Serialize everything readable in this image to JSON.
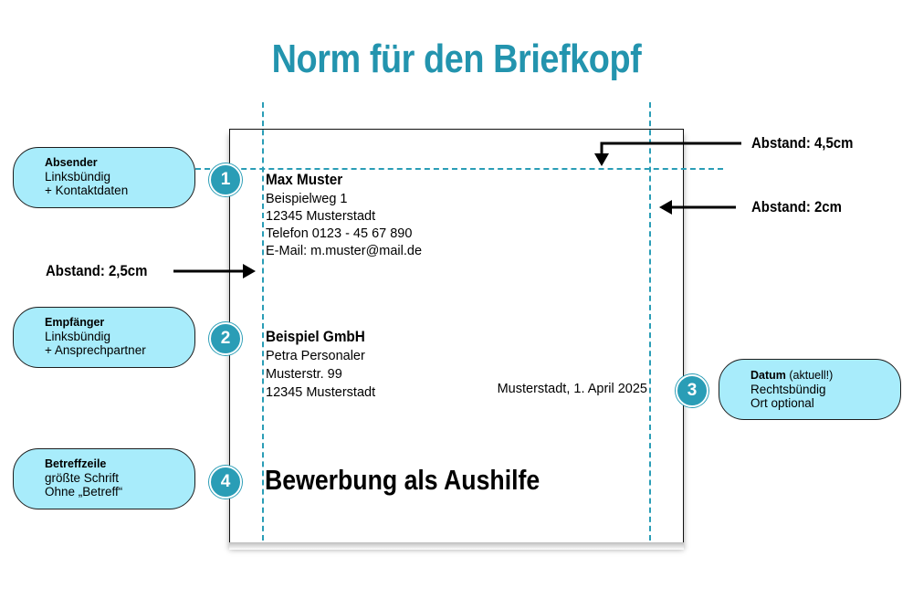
{
  "title": "Norm für den Briefkopf",
  "letter": {
    "sender": {
      "name": "Max Muster",
      "lines": [
        "Beispielweg 1",
        "12345 Musterstadt",
        "Telefon 0123 - 45 67 890",
        "E-Mail: m.muster@mail.de"
      ]
    },
    "recipient": {
      "name": "Beispiel GmbH",
      "lines": [
        "Petra Personaler",
        "Musterstr. 99",
        "12345 Musterstadt"
      ]
    },
    "date": "Musterstadt, 1. April 2025",
    "subject": "Bewerbung als Aushilfe"
  },
  "badges": [
    "1",
    "2",
    "3",
    "4"
  ],
  "notes": {
    "absender": {
      "heading": "Absender",
      "lines": [
        "Linksbündig",
        "+ Kontaktdaten"
      ]
    },
    "empfaenger": {
      "heading": "Empfänger",
      "lines": [
        "Linksbündig",
        "+ Ansprechpartner"
      ]
    },
    "datum": {
      "heading": "Datum",
      "heading_suffix": " (aktuell!)",
      "lines": [
        "Rechtsbündig",
        "Ort optional"
      ]
    },
    "betreff": {
      "heading": "Betreffzeile",
      "lines": [
        "größte Schrift",
        "Ohne „Betreff“"
      ]
    }
  },
  "distances": {
    "top": "Abstand: 4,5cm",
    "right": "Abstand: 2cm",
    "left": "Abstand: 2,5cm"
  },
  "colors": {
    "accent": "#2394ae",
    "note_fill": "#a8ecfb",
    "guide": "#2a9db6"
  }
}
